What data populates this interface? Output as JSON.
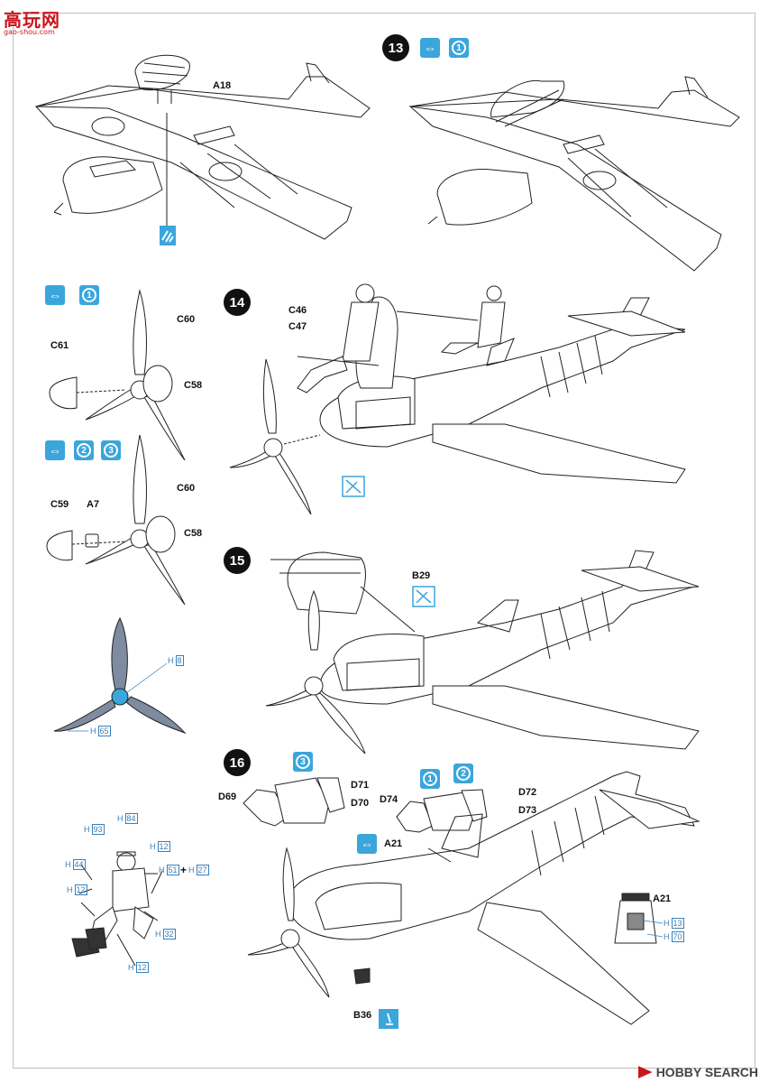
{
  "watermark": {
    "logo": "高玩网",
    "site": "gao-shou.com"
  },
  "footer": {
    "brand": "HOBBY SEARCH"
  },
  "steps": [
    {
      "number": "13",
      "badges": [
        "arrow",
        "1"
      ]
    },
    {
      "number": "14",
      "badges": []
    },
    {
      "number": "15",
      "badges": []
    },
    {
      "number": "16",
      "badges": []
    }
  ],
  "badges": {
    "prop_a": [
      "arrow",
      "1"
    ],
    "prop_b": [
      "arrow",
      "2",
      "3"
    ],
    "canopy_3": "3",
    "canopy_12": [
      "1",
      "2"
    ],
    "arrow_a21": "arrow"
  },
  "parts": {
    "a18": "A18",
    "c60_top": "C60",
    "c61": "C61",
    "c58_top": "C58",
    "c60_bot": "C60",
    "c59": "C59",
    "a7": "A7",
    "c58_bot": "C58",
    "c46": "C46",
    "c47": "C47",
    "b29": "B29",
    "d71": "D71",
    "d69": "D69",
    "d70": "D70",
    "d72": "D72",
    "d74": "D74",
    "d73": "D73",
    "a21": "A21",
    "a21_bottle": "A21",
    "b36": "B36"
  },
  "colors": {
    "h8": {
      "letter": "H",
      "code": "8"
    },
    "h65": {
      "letter": "H",
      "code": "65"
    },
    "h93": {
      "letter": "H",
      "code": "93"
    },
    "h84": {
      "letter": "H",
      "code": "84"
    },
    "h12a": {
      "letter": "H",
      "code": "12"
    },
    "h44": {
      "letter": "H",
      "code": "44"
    },
    "h51": {
      "letter": "H",
      "code": "51"
    },
    "h27": {
      "letter": "H",
      "code": "27"
    },
    "h12b": {
      "letter": "H",
      "code": "12"
    },
    "h32": {
      "letter": "H",
      "code": "32"
    },
    "h12c": {
      "letter": "H",
      "code": "12"
    },
    "h13": {
      "letter": "H",
      "code": "13"
    },
    "h70": {
      "letter": "H",
      "code": "70"
    }
  },
  "accent": "#3aa6dc",
  "icons": [
    "cement-icon",
    "do-not-cement-icon",
    "arrow-attach-icon",
    "paint-icon"
  ]
}
